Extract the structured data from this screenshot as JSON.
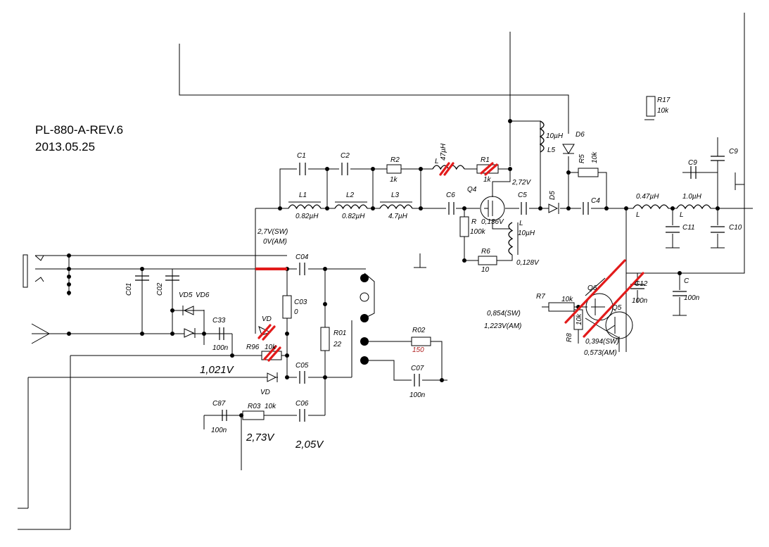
{
  "title": {
    "model": "PL-880-A-REV.6",
    "date": "2013.05.25"
  },
  "components": {
    "C1": "C1",
    "C2": "C2",
    "R2": "R2",
    "R2_val": "1k",
    "L_47": "L",
    "L_47_val": "47µH",
    "R1": "R1",
    "R1_val": "1k",
    "L1": "L1",
    "L1_val": "0.82µH",
    "L2": "L2",
    "L2_val": "0.82µH",
    "L3": "L3",
    "L3_val": "4.7µH",
    "C6": "C6",
    "Q4": "Q4",
    "C5": "C5",
    "R": "R",
    "R_val": "100k",
    "L_10": "L",
    "L_10_val": "10µH",
    "R6": "R6",
    "R6_val": "10",
    "L5": "L5",
    "L5_val": "10µH",
    "D6": "D6",
    "R5": "R5",
    "R5_val": "10k",
    "D5": "D5",
    "C4": "C4",
    "R17": "R17",
    "R17_val": "10k",
    "C9": "C9",
    "L_047": "L",
    "L_047_val": "0.47µH",
    "L_10b": "L",
    "L_10b_val": "1.0µH",
    "C11": "C11",
    "C10": "C10",
    "Q6": "Q6",
    "Q5": "Q5",
    "C12": "C12",
    "C12_val": "100n",
    "C": "C",
    "C_val": "100n",
    "R7": "R7",
    "R7_val": "10k",
    "R8": "R8",
    "R8_val": "10k",
    "C01": "C01",
    "C02": "C02",
    "VD5": "VD5",
    "VD6": "VD6",
    "C33": "C33",
    "C33_val": "100n",
    "C04": "C04",
    "C03": "C03",
    "C03_val": "0",
    "VD_top": "VD",
    "R96": "R96",
    "R96_val": "10k",
    "R01": "R01",
    "R01_val": "22",
    "R02": "R02",
    "R02_val": "150",
    "C07": "C07",
    "C07_val": "100n",
    "C05": "C05",
    "VD_bot": "VD",
    "C87": "C87",
    "C87_val": "100n",
    "R03": "R03",
    "R03_val": "10k",
    "C06": "C06"
  },
  "voltages": {
    "v_sw": "2,7V(SW)",
    "v_am": "0V(AM)",
    "v_272": "2,72V",
    "v_0136": "0,136V",
    "v_0128": "0,128V",
    "v_0854": "0,854(SW)",
    "v_1223": "1,223V(AM)",
    "v_0394": "0,394(SW)",
    "v_0573": "0,573(AM)",
    "v_1021": "1,021V",
    "v_273": "2,73V",
    "v_205": "2,05V"
  },
  "colors": {
    "wire": "#000000",
    "markup": "#e21b1b",
    "value_red": "#b02020"
  }
}
